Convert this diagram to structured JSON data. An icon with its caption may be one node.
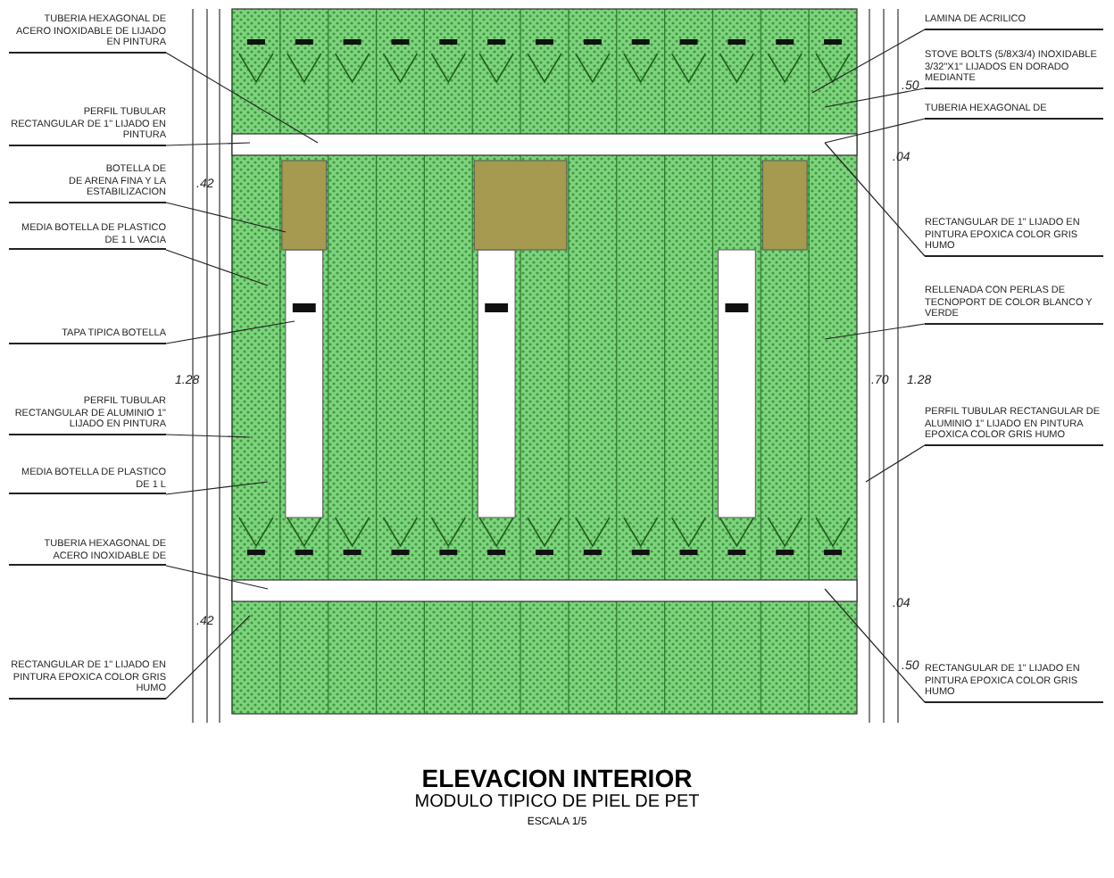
{
  "diagram": {
    "title": "ELEVACION INTERIOR",
    "nodes": [
      {
        "text": [
          "TUBERIA HEXAGONAL DE ACERO INOXIDABLE DE LIJADO EN PINTURA"
        ]
      },
      {
        "text": [
          "PERFIL TUBULAR RECTANGULAR DE 1\" LIJADO EN PINTURA"
        ]
      },
      {
        "text": [
          "BOTELLA DE",
          "DE ARENA FINA Y LA ESTABILIZACION"
        ]
      },
      {
        "text": [
          "MEDIA BOTELLA DE PLASTICO DE 1 L VACIA"
        ]
      },
      {
        "text": [
          "TAPA TIPICA BOTELLA"
        ]
      },
      {
        "text": [
          "PERFIL TUBULAR RECTANGULAR DE ALUMINIO 1\" LIJADO EN PINTURA"
        ]
      },
      {
        "text": [
          "MEDIA BOTELLA DE PLASTICO DE 1 L"
        ]
      },
      {
        "text": [
          "TUBERIA HEXAGONAL DE ACERO INOXIDABLE DE"
        ]
      },
      {
        "text": [
          "RECTANGULAR DE 1\" LIJADO EN PINTURA EPOXICA COLOR GRIS HUMO"
        ]
      },
      {
        "text": [
          "LAMINA DE ACRILICO"
        ]
      },
      {
        "text": [
          "STOVE BOLTS (5/8X3/4) INOXIDABLE 3/32\"X1\" LIJADOS EN DORADO MEDIANTE"
        ]
      },
      {
        "text": [
          "TUBERIA HEXAGONAL DE"
        ]
      },
      {
        "text": [
          "RECTANGULAR DE 1\" LIJADO EN PINTURA EPOXICA COLOR GRIS HUMO"
        ]
      },
      {
        "text": [
          "RELLENADA CON PERLAS DE TECNOPORT DE COLOR BLANCO Y VERDE"
        ]
      },
      {
        "text": [
          "PERFIL TUBULAR RECTANGULAR DE ALUMINIO 1\" LIJADO EN PINTURA EPOXICA COLOR GRIS HUMO"
        ]
      },
      {
        "text": [
          "RECTANGULAR DE 1\" LIJADO EN PINTURA EPOXICA COLOR GRIS HUMO"
        ]
      }
    ],
    "edges": [
      {
        "from": 0,
        "to": null,
        "arrow": "none"
      },
      {
        "from": 1,
        "to": null,
        "arrow": "none"
      },
      {
        "from": 2,
        "to": null,
        "arrow": "none"
      },
      {
        "from": 3,
        "to": null,
        "arrow": "none"
      },
      {
        "from": 4,
        "to": null,
        "arrow": "none"
      },
      {
        "from": 5,
        "to": null,
        "arrow": "none"
      },
      {
        "from": 6,
        "to": null,
        "arrow": "none"
      },
      {
        "from": 7,
        "to": null,
        "arrow": "none"
      },
      {
        "from": 8,
        "to": null,
        "arrow": "none"
      },
      {
        "from": 9,
        "to": null,
        "arrow": "none"
      },
      {
        "from": 10,
        "to": null,
        "arrow": "none"
      },
      {
        "from": 11,
        "to": null,
        "arrow": "none"
      },
      {
        "from": 12,
        "to": null,
        "arrow": "none"
      },
      {
        "from": 13,
        "to": null,
        "arrow": "none"
      },
      {
        "from": 14,
        "to": null,
        "arrow": "none"
      },
      {
        "from": 15,
        "to": null,
        "arrow": "none"
      }
    ],
    "labels": [
      ".42",
      "1.28",
      ".42",
      ".50",
      ".04",
      ".70",
      "1.28",
      ".04",
      ".50",
      "MODULO TIPICO DE PIEL DE PET",
      "ESCALA 1/5"
    ]
  }
}
